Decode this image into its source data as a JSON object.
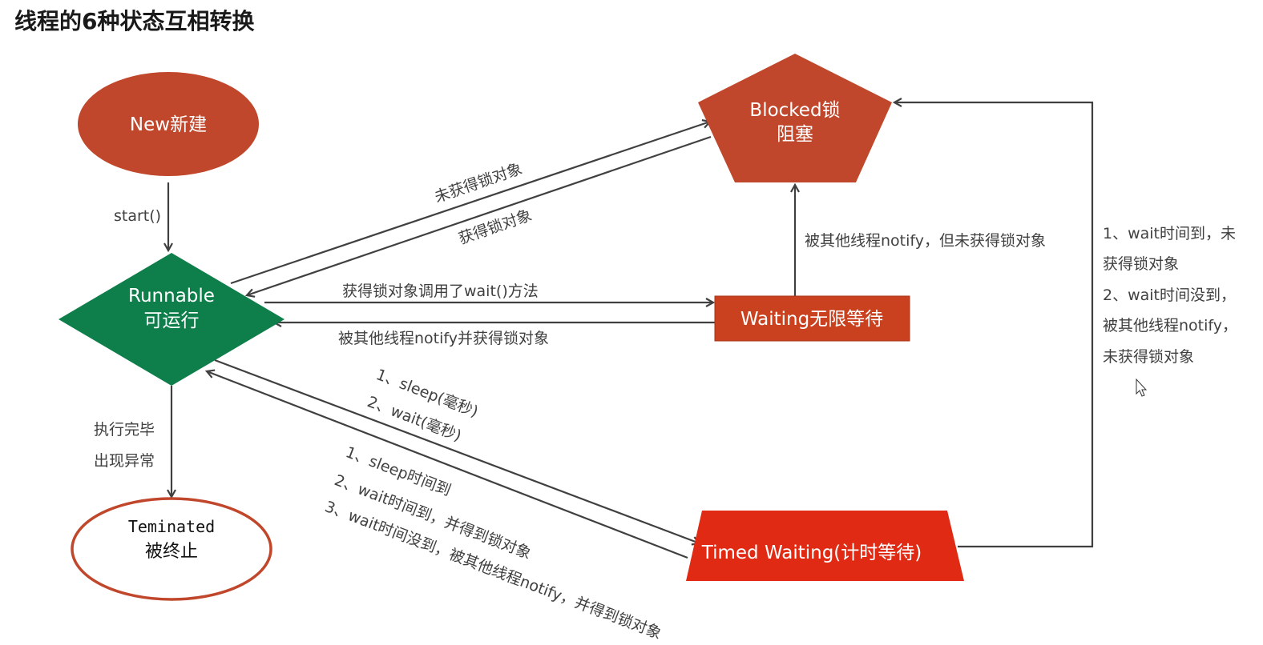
{
  "title": "线程的6种状态互相转换",
  "colors": {
    "new": "#C0472B",
    "blocked": "#C0472B",
    "runnable": "#0E7E4B",
    "waiting": "#C9411F",
    "timed_waiting": "#E02A13",
    "terminated_border": "#C0472B",
    "arrow": "#404040",
    "text": "#404040"
  },
  "nodes": {
    "new": {
      "shape": "ellipse",
      "line1": "New新建"
    },
    "runnable": {
      "shape": "diamond",
      "line1": "Runnable",
      "line2": "可运行"
    },
    "blocked": {
      "shape": "pentagon",
      "line1": "Blocked锁",
      "line2": "阻塞"
    },
    "waiting": {
      "shape": "rectangle",
      "line1": "Waiting无限等待"
    },
    "timed_waiting": {
      "shape": "trapezoid",
      "line1": "Timed Waiting(计时等待)"
    },
    "terminated": {
      "shape": "ellipse-outline",
      "line1": "Teminated",
      "line2": "被终止"
    }
  },
  "edges": {
    "start": "start()",
    "to_blocked": "未获得锁对象",
    "from_blocked": "获得锁对象",
    "to_waiting": "获得锁对象调用了wait()方法",
    "from_waiting": "被其他线程notify并获得锁对象",
    "waiting_to_blocked": "被其他线程notify，但未获得锁对象",
    "terminate_1": "执行完毕",
    "terminate_2": "出现异常",
    "to_timed_1": "1、sleep(毫秒)",
    "to_timed_2": "2、wait(毫秒)",
    "from_timed_1": "1、sleep时间到",
    "from_timed_2": "2、wait时间到，并得到锁对象",
    "from_timed_3": "3、wait时间没到，被其他线程notify，并得到锁对象",
    "timed_to_blocked": [
      "1、wait时间到，未",
      "获得锁对象",
      "2、wait时间没到，",
      "被其他线程notify，",
      "未获得锁对象"
    ]
  }
}
